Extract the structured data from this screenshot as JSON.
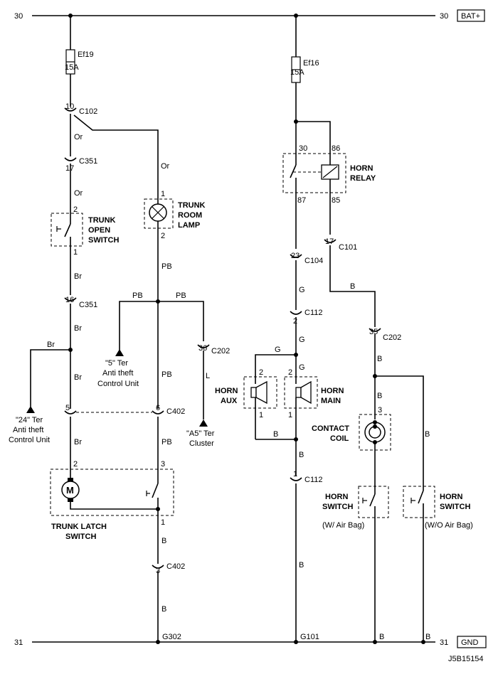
{
  "rails": {
    "top_left": "30",
    "top_right": "30",
    "bat": "BAT+",
    "bot_left": "31",
    "bot_right": "31",
    "gnd": "GND"
  },
  "fuses": [
    {
      "name": "Ef19",
      "rating": "15A"
    },
    {
      "name": "Ef16",
      "rating": "15A"
    }
  ],
  "connectors": {
    "c102": {
      "pin": "10",
      "name": "C102"
    },
    "c351a": {
      "pin": "17",
      "name": "C351"
    },
    "c351b": {
      "pin": "16",
      "name": "C351"
    },
    "c202a": {
      "pin": "36",
      "name": "C202"
    },
    "c402a": {
      "pin": "5",
      "name": ""
    },
    "c402b": {
      "pin": "6",
      "name": "C402"
    },
    "c402c": {
      "pin": "3",
      "name": "C402"
    },
    "c104": {
      "pin": "23",
      "name": "C104"
    },
    "c101": {
      "pin": "17",
      "name": "C101"
    },
    "c112a": {
      "pin": "2",
      "name": "C112"
    },
    "c112b": {
      "pin": "1",
      "name": "C112"
    },
    "c202b": {
      "pin": "35",
      "name": "C202"
    }
  },
  "wires": {
    "or": "Or",
    "br": "Br",
    "pb": "PB",
    "b": "B",
    "g": "G",
    "l": "L"
  },
  "components": {
    "trunk_open_switch": {
      "line1": "TRUNK",
      "line2": "OPEN",
      "line3": "SWITCH",
      "pin_top": "2",
      "pin_bot": "1"
    },
    "trunk_room_lamp": {
      "line1": "TRUNK",
      "line2": "ROOM",
      "line3": "LAMP",
      "pin_top": "1",
      "pin_bot": "2"
    },
    "trunk_latch_switch": {
      "line1": "TRUNK LATCH",
      "line2": "SWITCH",
      "pin_motor": "2",
      "pin_sw": "3",
      "pin_out": "1"
    },
    "horn_relay": {
      "line1": "HORN",
      "line2": "RELAY",
      "p30": "30",
      "p86": "86",
      "p87": "87",
      "p85": "85"
    },
    "horn_aux": {
      "line1": "HORN",
      "line2": "AUX",
      "pin_top": "2",
      "pin_bot": "1"
    },
    "horn_main": {
      "line1": "HORN",
      "line2": "MAIN",
      "pin_top": "2",
      "pin_bot": "1"
    },
    "contact_coil": {
      "line1": "CONTACT",
      "line2": "COIL",
      "pin": "3"
    },
    "horn_switch_airbag": {
      "line1": "HORN",
      "line2": "SWITCH",
      "note": "(W/ Air Bag)"
    },
    "horn_switch_noairbag": {
      "line1": "HORN",
      "line2": "SWITCH",
      "note": "(W/O Air Bag)"
    }
  },
  "ext_refs": {
    "ref24": {
      "line1": "\"24\" Ter",
      "line2": "Anti theft",
      "line3": "Control Unit"
    },
    "ref5": {
      "line1": "\"5\" Ter",
      "line2": "Anti theft",
      "line3": "Control Unit"
    },
    "refA5": {
      "line1": "\"A5\" Ter",
      "line2": "Cluster"
    }
  },
  "grounds": {
    "g302": "G302",
    "g101": "G101"
  },
  "figure_id": "J5B15154"
}
